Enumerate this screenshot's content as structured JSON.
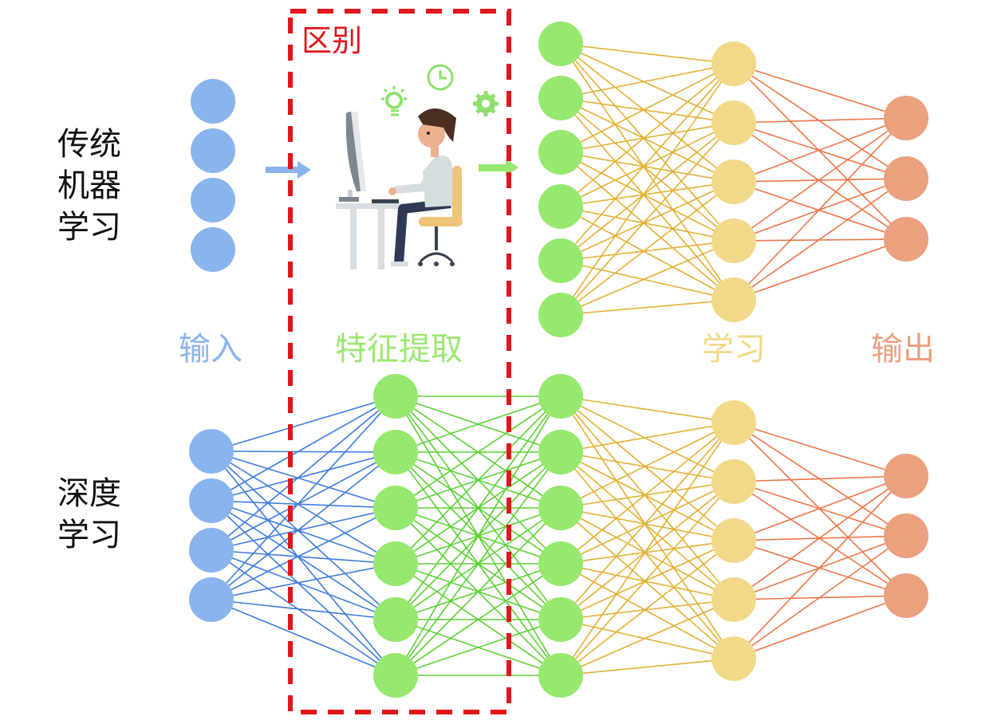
{
  "title_box": {
    "label": "区别",
    "color": "#E0161B"
  },
  "row_labels": {
    "traditional": [
      "传统",
      "机器",
      "学习"
    ],
    "deep": [
      "深度",
      "学习"
    ]
  },
  "stage_labels": {
    "input": "输入",
    "feature_extraction": "特征提取",
    "learning": "学习",
    "output": "输出"
  },
  "colors": {
    "input": "#8AB4EE",
    "feature": "#97E86F",
    "learning": "#F2D98A",
    "output": "#EBA07E",
    "edge_input": "#3D7BE0",
    "edge_feature": "#5CD135",
    "edge_learning": "#E2B033",
    "edge_output": "#EE7548",
    "label_input": "#8AB4EE",
    "label_feature": "#9BE870",
    "label_learning": "#F2D98A",
    "label_output": "#EBA07E"
  },
  "traditional_network": {
    "input_nodes": 4,
    "feature_nodes": 6,
    "learning_nodes": 5,
    "output_nodes": 3
  },
  "deep_network": {
    "input_nodes": 4,
    "hidden1_nodes": 6,
    "hidden2_nodes": 6,
    "learning_nodes": 5,
    "output_nodes": 3
  },
  "illustration": "person-at-computer-icon"
}
